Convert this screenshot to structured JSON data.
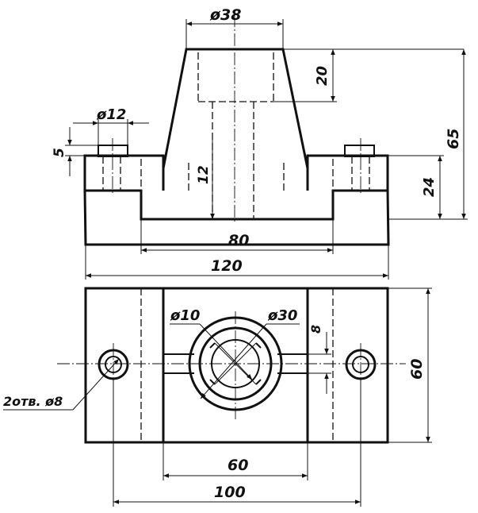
{
  "dimensions": {
    "d38": "ø38",
    "d12": "ø12",
    "h5": "5",
    "h20": "20",
    "h12": "12",
    "h65": "65",
    "h24": "24",
    "w80": "80",
    "w120": "120",
    "d10": "ø10",
    "d30": "ø30",
    "s8": "8",
    "h60": "60",
    "w60": "60",
    "w100": "100",
    "holes": "2отв. ø8"
  },
  "colors": {
    "ink": "#111111",
    "paper": "#ffffff"
  }
}
